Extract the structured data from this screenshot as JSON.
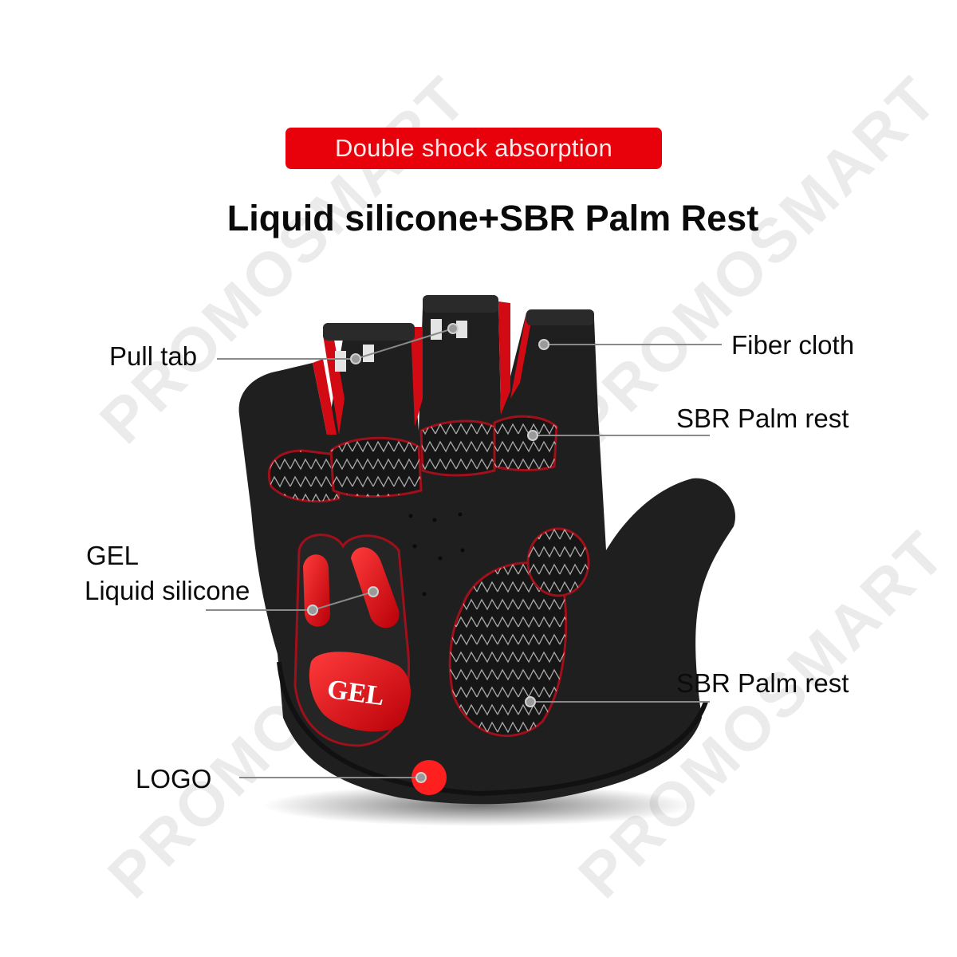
{
  "banner": {
    "badge_text": "Double shock absorption",
    "badge_color": "#e8000b",
    "title": "Liquid silicone+SBR Palm Rest"
  },
  "callouts": [
    {
      "id": "pull-tab",
      "label": "Pull tab"
    },
    {
      "id": "fiber-cloth",
      "label": "Fiber cloth"
    },
    {
      "id": "sbr-palm-rest-upper",
      "label": "SBR Palm rest"
    },
    {
      "id": "gel-liquid-silicone",
      "label_line1": "GEL",
      "label_line2": "Liquid silicone"
    },
    {
      "id": "sbr-palm-rest-lower",
      "label": "SBR Palm rest"
    },
    {
      "id": "logo",
      "label": "LOGO"
    }
  ],
  "product": {
    "gel_pad_text": "GEL",
    "glove_color": "#1e1e1e",
    "accent_color": "#d10a14"
  },
  "watermark": {
    "text": "PROMOSMART"
  }
}
